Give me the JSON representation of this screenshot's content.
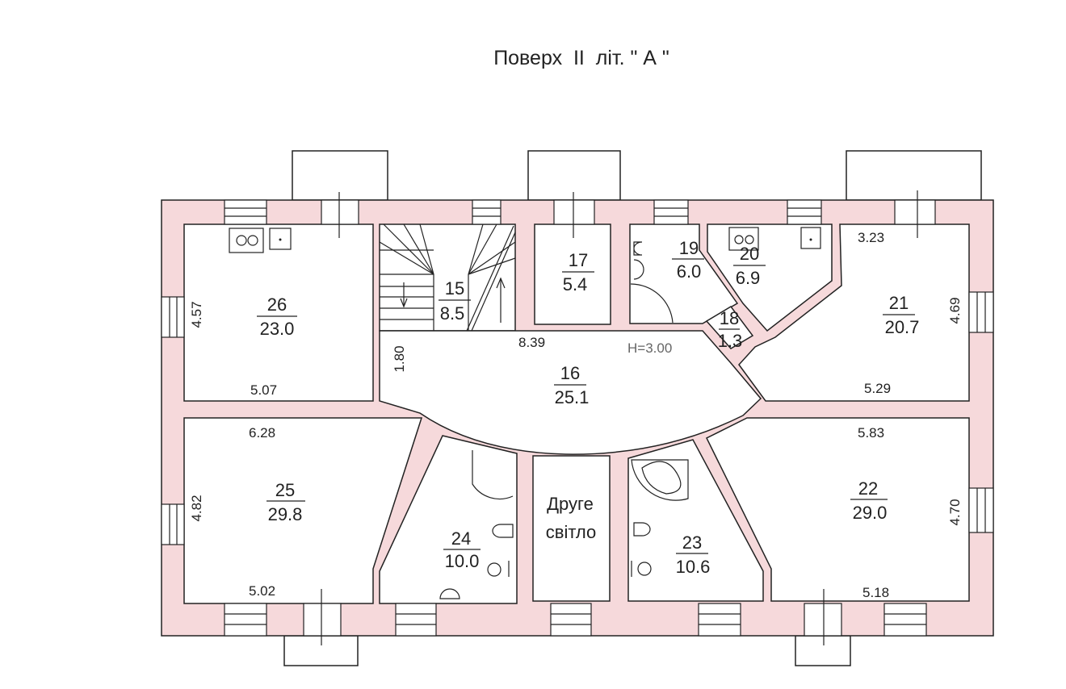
{
  "title": "Поверх  II  літ. \" А \"",
  "height_label": "H=3.00",
  "colors": {
    "wall": "#f6d9db",
    "line": "#222222"
  },
  "rooms": [
    {
      "id": "26",
      "area": "23.0"
    },
    {
      "id": "15",
      "area": "8.5"
    },
    {
      "id": "17",
      "area": "5.4"
    },
    {
      "id": "19",
      "area": "6.0"
    },
    {
      "id": "20",
      "area": "6.9"
    },
    {
      "id": "18",
      "area": "1.3"
    },
    {
      "id": "21",
      "area": "20.7"
    },
    {
      "id": "16",
      "area": "25.1"
    },
    {
      "id": "25",
      "area": "29.8"
    },
    {
      "id": "24",
      "area": "10.0"
    },
    {
      "id": "23",
      "area": "10.6"
    },
    {
      "id": "22",
      "area": "29.0"
    }
  ],
  "second_light": {
    "line1": "Друге",
    "line2": "світло"
  },
  "dimensions": {
    "d_457": "4.57",
    "d_507": "5.07",
    "d_180": "1.80",
    "d_839": "8.39",
    "d_323": "3.23",
    "d_469": "4.69",
    "d_529": "5.29",
    "d_628": "6.28",
    "d_583": "5.83",
    "d_482": "4.82",
    "d_502": "5.02",
    "d_470": "4.70",
    "d_518": "5.18"
  }
}
